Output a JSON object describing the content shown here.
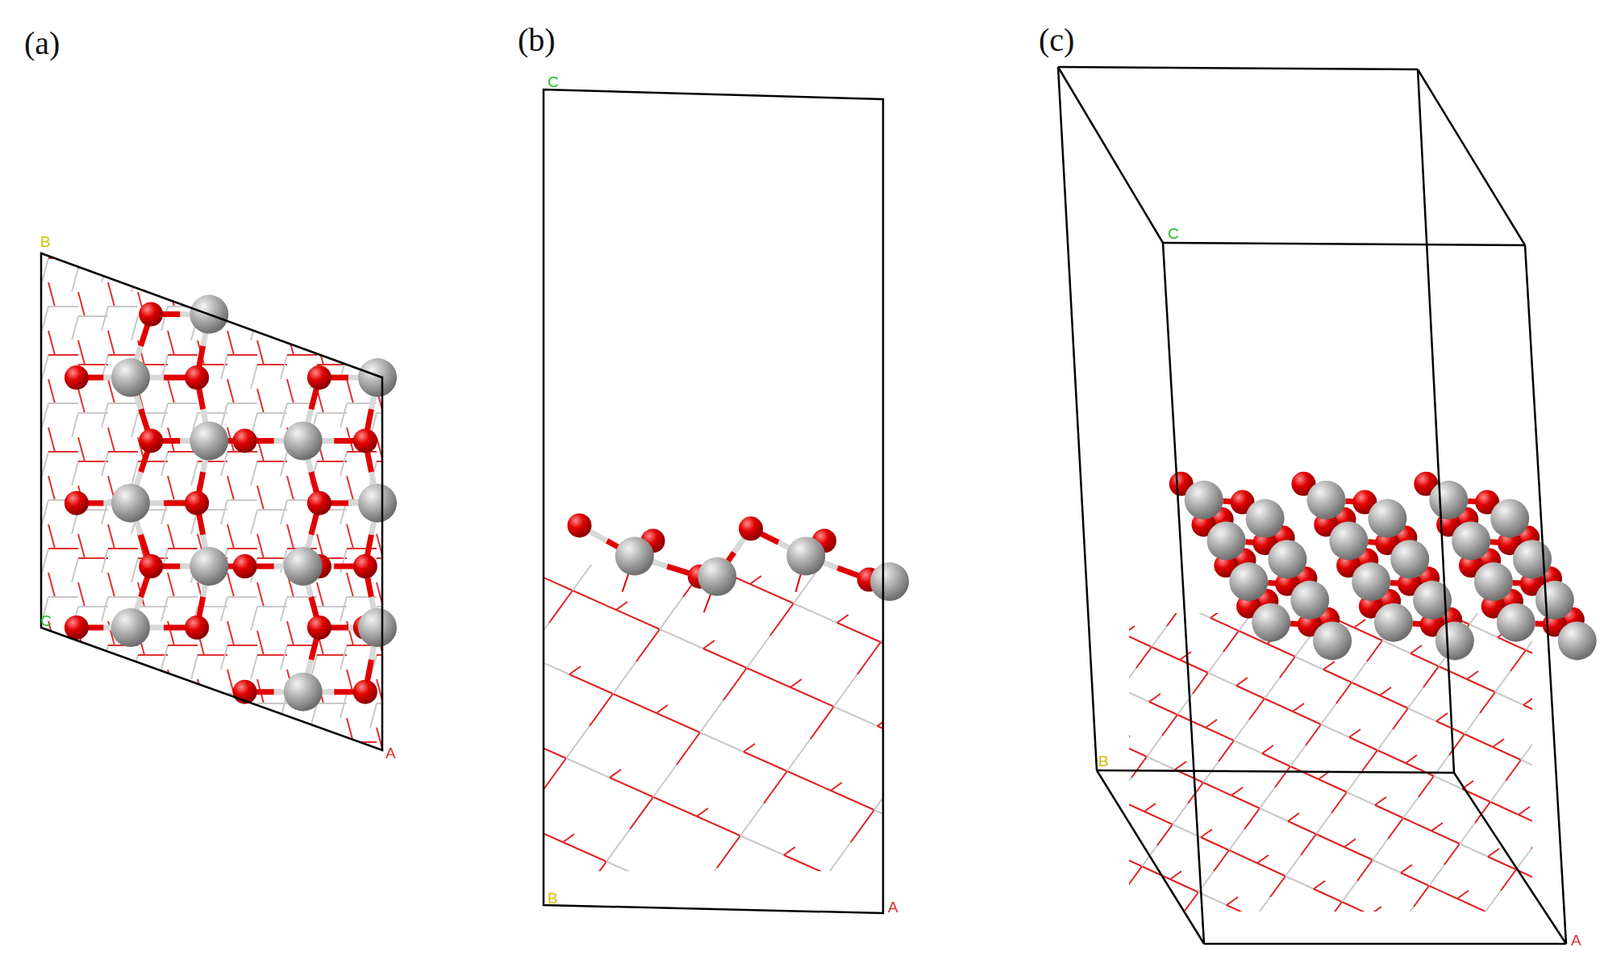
{
  "diagram": {
    "labels": [
      "(a)",
      "(b)",
      "(c)",
      "B",
      "C",
      "A",
      "C",
      "B",
      "A",
      "C",
      "B",
      "A"
    ]
  }
}
